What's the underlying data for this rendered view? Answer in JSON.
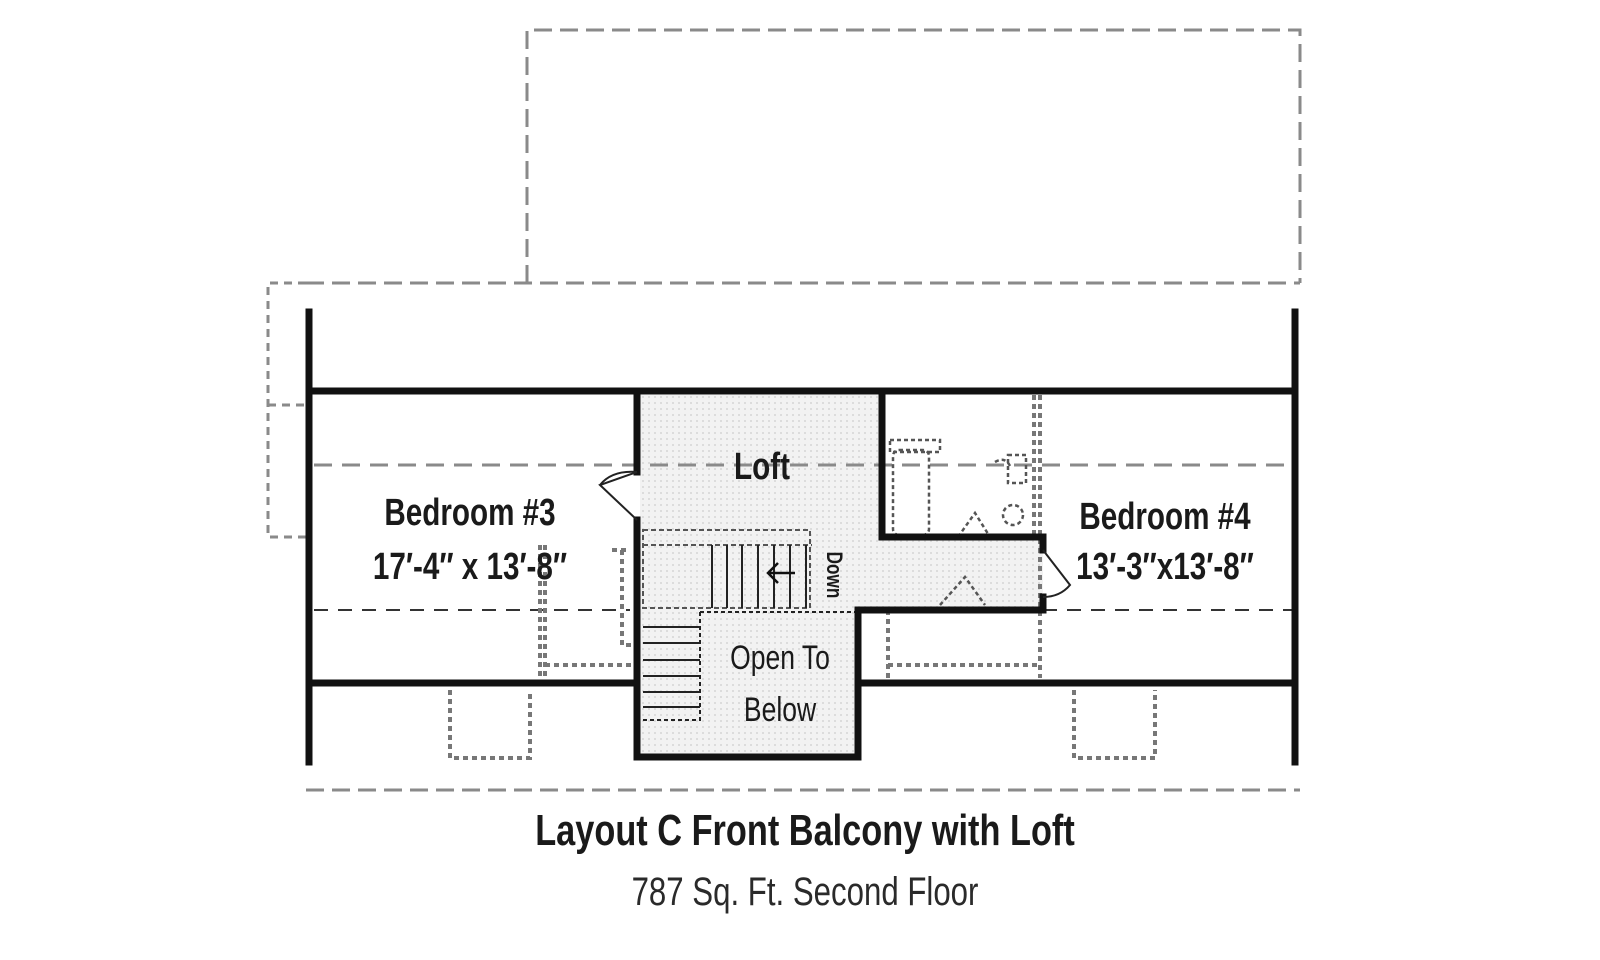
{
  "plan": {
    "title": "Layout C Front Balcony with Loft",
    "subtitle": "787 Sq. Ft. Second Floor",
    "rooms": [
      {
        "id": "bedroom3",
        "name": "Bedroom #3",
        "dimensions": "17′-4″ x 13′-8″"
      },
      {
        "id": "loft",
        "name": "Loft"
      },
      {
        "id": "bedroom4",
        "name": "Bedroom #4",
        "dimensions": "13′-3″x13′-8″"
      },
      {
        "id": "open",
        "name_line1": "Open To",
        "name_line2": "Below"
      }
    ],
    "stair_label": "Down",
    "stair_arrow_icon": "arrow-left-icon",
    "colors": {
      "wall": "#111111",
      "dashed": "#8a8a8a",
      "hatch_fill": "#efefef",
      "text": "#1a1a1a"
    }
  }
}
